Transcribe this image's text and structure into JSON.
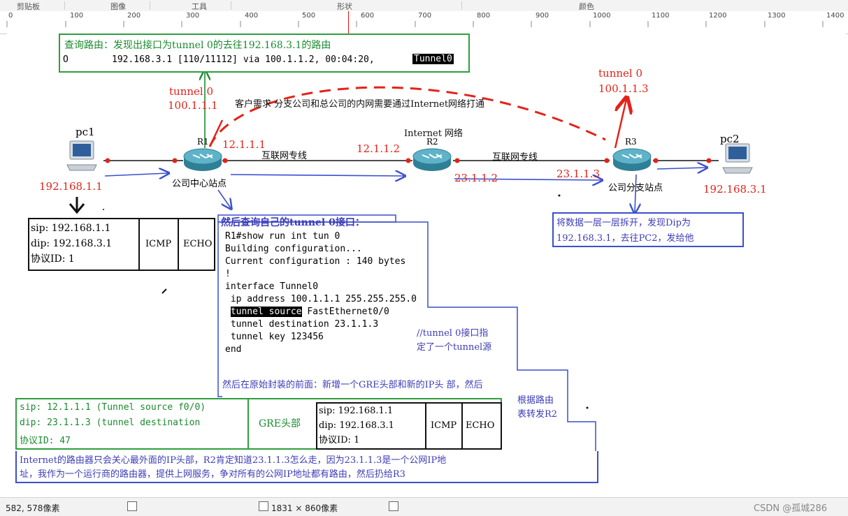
{
  "ribbon": {
    "labels": [
      "剪贴板",
      "图像",
      "工具",
      "形状",
      "颜色"
    ]
  },
  "ruler": {
    "ticks": [
      "0",
      "100",
      "200",
      "300",
      "400",
      "500",
      "600",
      "700",
      "800",
      "900",
      "1000",
      "1100",
      "1200",
      "1300",
      "1400"
    ]
  },
  "route_query": {
    "title": "查询路由：发现出接口为tunnel 0的去往192.168.3.1的路由",
    "line1_code": "O",
    "line1_rest": "192.168.3.1 [110/11112] via 100.1.1.2, 00:04:20,",
    "line1_iface": "Tunnel0"
  },
  "topology": {
    "pc1": "pc1",
    "pc2": "pc2",
    "r1": "R1",
    "r2": "R2",
    "r3": "R3",
    "internet": "Internet 网络",
    "link1": "互联网专线",
    "link2": "互联网专线",
    "site_center": "公司中心站点",
    "site_branch": "公司分支站点",
    "requirement": "客户需求  分支公司和总公司的内网需要通过Internet网络打通",
    "ip_pc1": "192.168.1.1",
    "ip_pc2": "192.168.3.1",
    "ip_r1_out": "12.1.1.1",
    "ip_r2_in": "12.1.1.2",
    "ip_r2_out": "23.1.1.2",
    "ip_r3_in": "23.1.1.3",
    "tunnel_r1_name": "tunnel 0",
    "tunnel_r1_ip": "100.1.1.1",
    "tunnel_r3_name": "tunnel 0",
    "tunnel_r3_ip": "100.1.1.3"
  },
  "packet_orig": {
    "sip": "sip: 192.168.1.1",
    "dip": "dip: 192.168.3.1",
    "proto": "协议ID: 1",
    "icmp": "ICMP",
    "echo": "ECHO"
  },
  "config_box": {
    "title": "然后查询自己的tunnel 0接口：",
    "lines": [
      "R1#show run int tun 0",
      "Building configuration...",
      "",
      "Current configuration : 140 bytes",
      "!",
      "interface Tunnel0",
      " ip address 100.1.1.1 255.255.255.0",
      "",
      " tunnel destination 23.1.1.3",
      " tunnel key 123456",
      "end"
    ],
    "src_hl": "tunnel source",
    "src_rest": " FastEthernet0/0",
    "note1": "//tunnel 0接口指",
    "note2": "定了一个tunnel源",
    "after1": "然后在原始封装的前面：新增一个GRE头部和新的IP头 部，然后",
    "after2": "根据路由",
    "after3": "表转发R2"
  },
  "r3_note": {
    "line1": "将数据一层一层拆开，发现Dip为",
    "line2": "192.168.3.1，去往PC2，发给他"
  },
  "packet_gre": {
    "sip": "sip: 12.1.1.1 (Tunnel source f0/0)",
    "dip": "dip: 23.1.1.3 (tunnel destination",
    "proto": "协议ID: 47",
    "gre": "GRE头部",
    "inner_sip": "sip: 192.168.1.1",
    "inner_dip": "dip: 192.168.3.1",
    "inner_proto": "协议ID: 1",
    "icmp": "ICMP",
    "echo": "ECHO"
  },
  "internet_note": {
    "line1": "Internet的路由器只会关心最外面的IP头部，R2肯定知道23.1.1.3怎么走，因为23.1.1.3是一个公网IP地",
    "line2": "址，我作为一个运行商的路由器，提供上网服务，争对所有的公网IP地址都有路由，然后扔给R3"
  },
  "status": {
    "coords": "582, 578像素",
    "size": "1831 × 860像素",
    "watermark": "CSDN @孤城286"
  },
  "colors": {
    "red": "#e2231a",
    "green": "#1a8a2e",
    "blue": "#3a4fcc"
  }
}
